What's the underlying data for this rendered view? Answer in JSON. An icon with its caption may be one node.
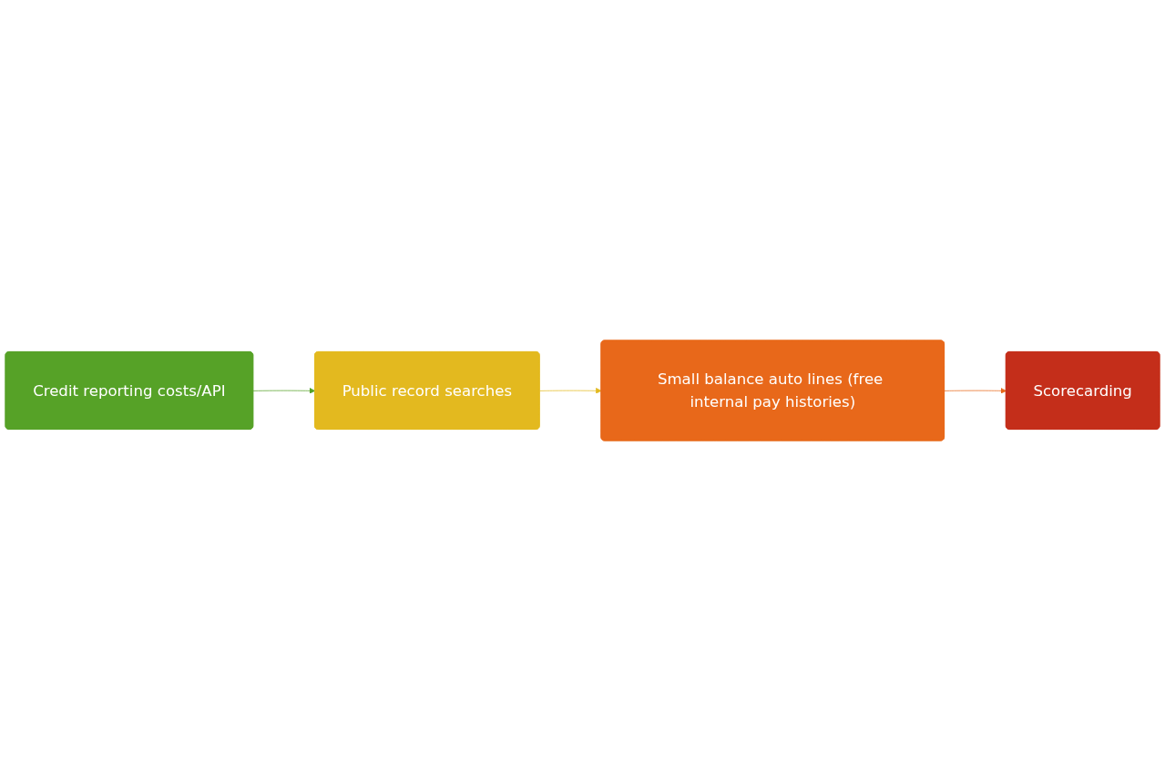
{
  "diagram": {
    "nodes": [
      {
        "text": [
          "Credit reporting costs/API"
        ]
      },
      {
        "text": [
          "Public record searches"
        ]
      },
      {
        "text": [
          "Small balance auto lines (free internal pay histories)"
        ]
      },
      {
        "text": [
          "Scorecarding"
        ]
      }
    ],
    "edges": [
      {
        "from": 0,
        "to": 1,
        "arrow": "to",
        "color": "#56a227"
      },
      {
        "from": 1,
        "to": 2,
        "arrow": "to",
        "color": "#e3b91f"
      },
      {
        "from": 2,
        "to": 3,
        "arrow": "to",
        "color": "#e8681a"
      }
    ]
  }
}
